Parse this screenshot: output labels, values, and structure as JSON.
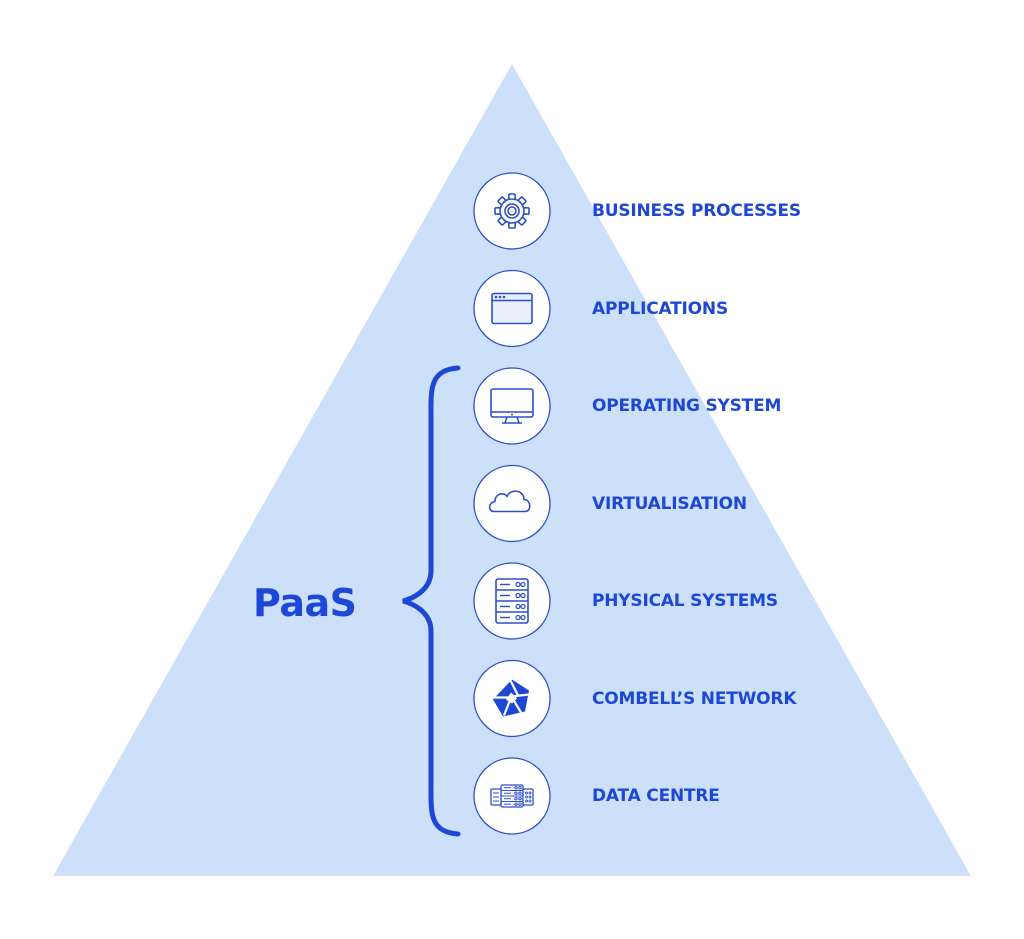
{
  "colors": {
    "pyramid_fill": "#cde0fa",
    "accent": "#1f47d6",
    "circle_fill": "#ffffff",
    "icon_stroke": "#2d4fc9"
  },
  "group_label": "PaaS",
  "layers": [
    {
      "label": "BUSINESS PROCESSES",
      "icon": "gear-icon"
    },
    {
      "label": "APPLICATIONS",
      "icon": "browser-window-icon"
    },
    {
      "label": "OPERATING SYSTEM",
      "icon": "monitor-icon"
    },
    {
      "label": "VIRTUALISATION",
      "icon": "cloud-icon"
    },
    {
      "label": "PHYSICAL SYSTEMS",
      "icon": "server-rack-icon"
    },
    {
      "label": "COMBELL’S NETWORK",
      "icon": "combell-logo-icon"
    },
    {
      "label": "DATA CENTRE",
      "icon": "data-centre-icon"
    }
  ],
  "bracket_span": {
    "from_layer": 2,
    "to_layer": 6
  }
}
